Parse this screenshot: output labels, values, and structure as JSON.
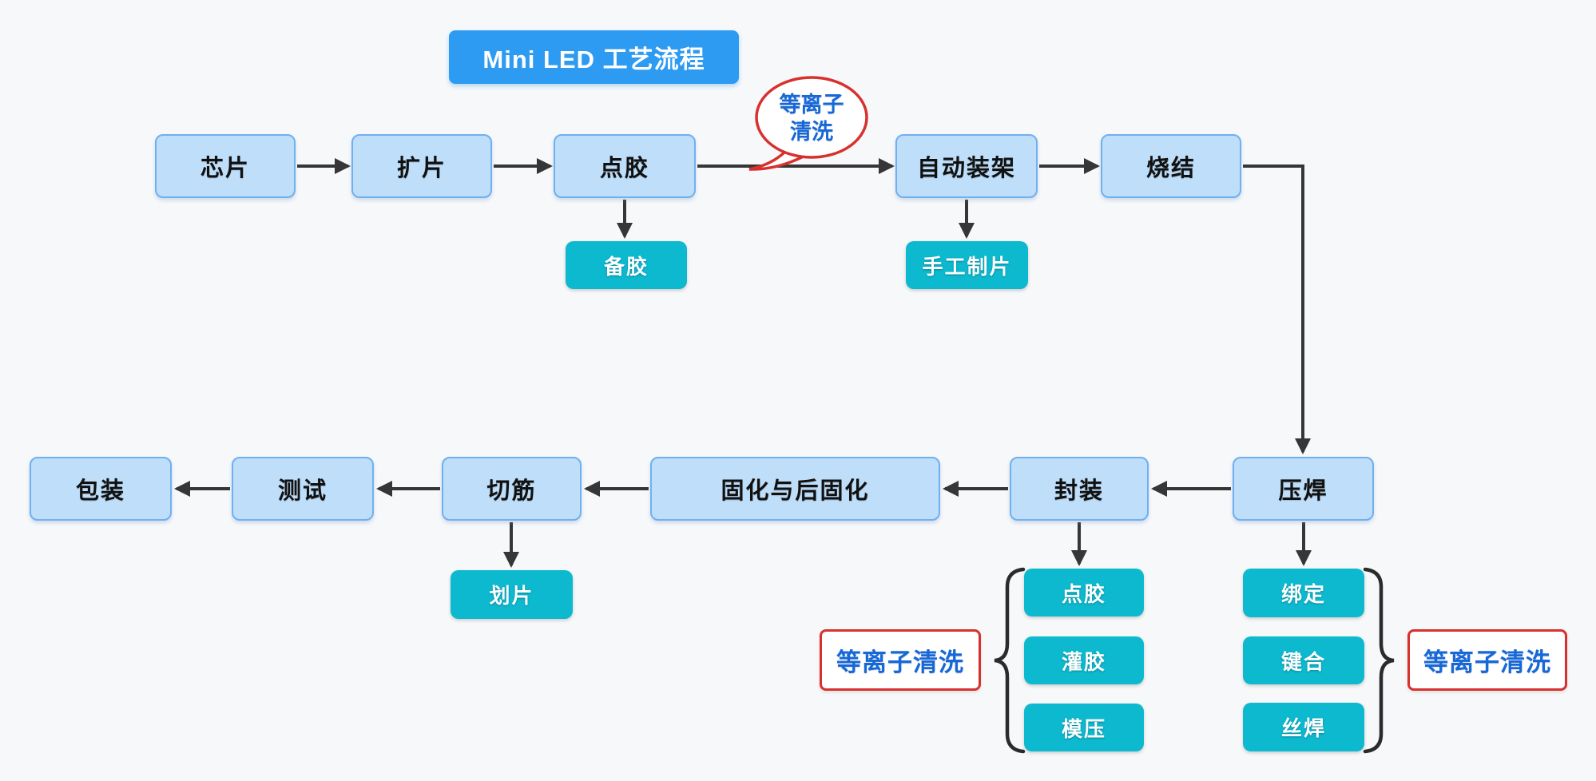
{
  "title": "Mini LED 工艺流程",
  "bubble": [
    "等离子",
    "清洗"
  ],
  "top_row": [
    "芯片",
    "扩片",
    "点胶",
    "自动装架",
    "烧结"
  ],
  "top_subs": [
    "备胶",
    "手工制片"
  ],
  "bottom_row": [
    "包装",
    "测试",
    "切筋",
    "固化与后固化",
    "封装",
    "压焊"
  ],
  "cut_sub": "划片",
  "encap_subs": [
    "点胶",
    "灌胶",
    "模压"
  ],
  "weld_subs": [
    "绑定",
    "键合",
    "丝焊"
  ],
  "plasma_left": "等离子清洗",
  "plasma_right": "等离子清洗",
  "colors": {
    "canvas_bg": "#f7f8fa",
    "title_bg": "#2e9bf2",
    "process_fill": "#bedefa",
    "process_border": "#70b0f0",
    "process_text": "#111111",
    "sub_fill": "#0cb9cf",
    "sub_text": "#ffffff",
    "note_border": "#d7312e",
    "note_text": "#1668d9",
    "arrow": "#363636"
  }
}
